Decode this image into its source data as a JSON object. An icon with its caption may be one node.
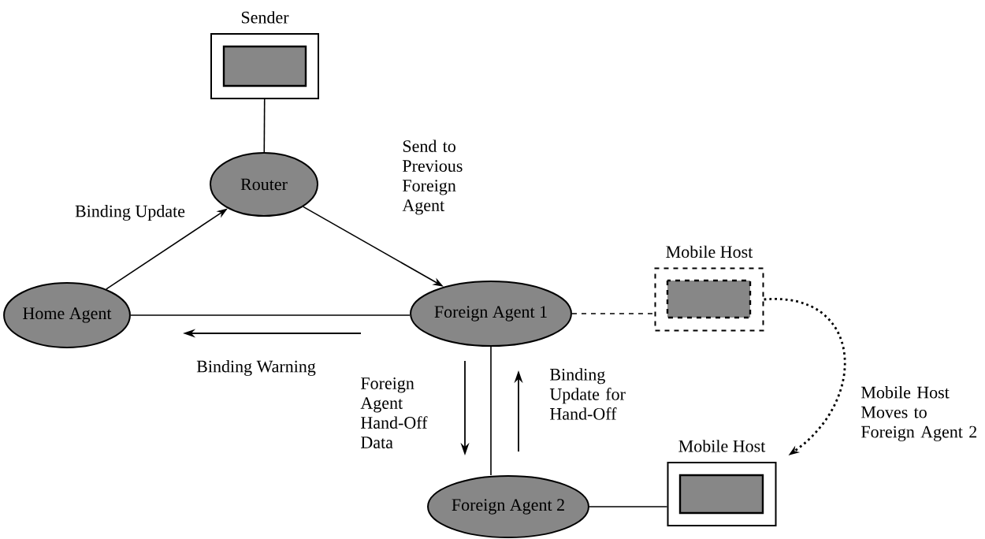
{
  "diagram": {
    "nodes": [
      {
        "text": [
          "Sender"
        ]
      },
      {
        "text": [
          "Router"
        ]
      },
      {
        "text": [
          "Home Agent"
        ]
      },
      {
        "text": [
          "Foreign Agent 1"
        ]
      },
      {
        "text": [
          "Mobile Host"
        ]
      },
      {
        "text": [
          "Foreign Agent 2"
        ]
      },
      {
        "text": [
          "Mobile Host"
        ]
      }
    ],
    "edges": [
      {
        "from": 0,
        "to": 1,
        "arrow": "none"
      },
      {
        "from": 2,
        "to": 1,
        "arrow": "to",
        "label": "Binding Update"
      },
      {
        "from": 1,
        "to": 3,
        "arrow": "to",
        "label": "Send to Previous Foreign Agent"
      },
      {
        "from": 2,
        "to": 3,
        "arrow": "none"
      },
      {
        "from": 3,
        "to": 4,
        "arrow": "none",
        "style": "dashed"
      },
      {
        "from": 3,
        "to": 5,
        "arrow": "none"
      },
      {
        "from": 5,
        "to": 6,
        "arrow": "none"
      },
      {
        "from": 4,
        "to": 6,
        "arrow": "to",
        "style": "dashed",
        "label": "Mobile Host Moves to Foreign Agent 2"
      }
    ],
    "labels": [
      "Binding Warning",
      "Foreign Agent Hand-Off Data",
      "Binding Update for Hand-Off"
    ]
  }
}
